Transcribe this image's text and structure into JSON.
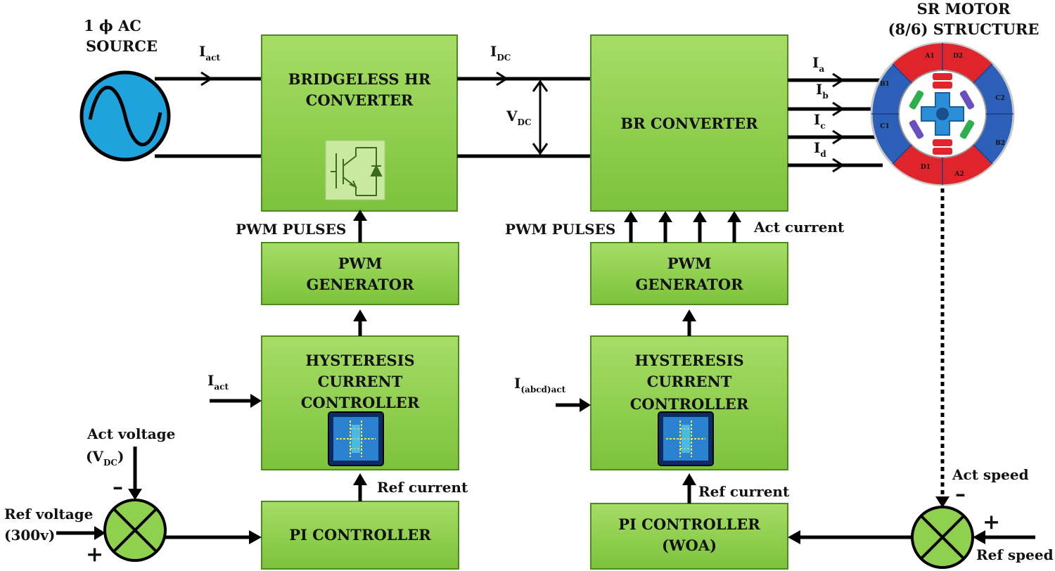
{
  "source": {
    "line1": "1 ϕ AC",
    "line2": "SOURCE"
  },
  "motor": {
    "line1": "SR MOTOR",
    "line2": "(8/6) STRUCTURE",
    "poles": [
      "A1",
      "D2",
      "C2",
      "B2",
      "A2",
      "D1",
      "C1",
      "B1"
    ]
  },
  "blocks": {
    "bridgeless": {
      "line1": "BRIDGELESS HR",
      "line2": "CONVERTER"
    },
    "br": {
      "line1": "BR CONVERTER"
    },
    "pwm_left": {
      "line1": "PWM",
      "line2": "GENERATOR"
    },
    "pwm_right": {
      "line1": "PWM",
      "line2": "GENERATOR"
    },
    "hcc_left": {
      "line1": "HYSTERESIS",
      "line2": "CURRENT",
      "line3": "CONTROLLER"
    },
    "hcc_right": {
      "line1": "HYSTERESIS",
      "line2": "CURRENT",
      "line3": "CONTROLLER"
    },
    "pi_left": {
      "line1": "PI CONTROLLER"
    },
    "pi_right": {
      "line1": "PI CONTROLLER",
      "line2": "(WOA)"
    }
  },
  "labels": {
    "iact_top": {
      "base": "I",
      "sub": "act"
    },
    "idc": {
      "base": "I",
      "sub": "DC"
    },
    "vdc": {
      "base": "V",
      "sub": "DC"
    },
    "ia": {
      "base": "I",
      "sub": "a"
    },
    "ib": {
      "base": "I",
      "sub": "b"
    },
    "ic": {
      "base": "I",
      "sub": "c"
    },
    "id": {
      "base": "I",
      "sub": "d"
    },
    "pwm_pulses_left": "PWM PULSES",
    "pwm_pulses_right": "PWM PULSES",
    "act_current": "Act current",
    "iact_left": {
      "base": "I",
      "sub": "act"
    },
    "iabcd_act": {
      "base": "I",
      "sub": "(abcd)act"
    },
    "act_voltage_line1": "Act voltage",
    "act_voltage_line2": {
      "pre": "(V",
      "sub": "DC",
      "post": ")"
    },
    "ref_voltage_line1": "Ref voltage",
    "ref_voltage_line2": "(300v)",
    "ref_current_left": "Ref current",
    "ref_current_right": "Ref current",
    "act_speed": "Act speed",
    "ref_speed": "Ref speed",
    "minus": "–",
    "plus": "+"
  },
  "colors": {
    "block_fill": "#8fd14f",
    "block_stroke": "#4e8a1e",
    "source_fill": "#1fa3dc",
    "motor_blue": "#2b5fb8",
    "motor_red": "#e0242b",
    "summer_fill": "#8fd14f"
  }
}
